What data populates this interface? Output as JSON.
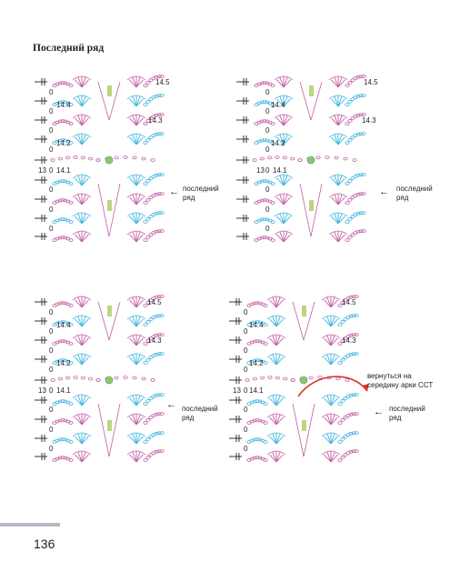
{
  "heading": "Последний ряд",
  "page_number": "136",
  "colors": {
    "pink": "#c25fa3",
    "blue": "#3fb4dc",
    "accent_green": "#9fc34a",
    "arrow_red": "#e0312b",
    "text": "#231f20"
  },
  "diagrams": [
    {
      "row_labels": {
        "r145": "14.5",
        "r144": "14.4",
        "r143": "14.3",
        "r142": "14.2",
        "r13": "13",
        "r141": "14.1"
      },
      "zeros": [
        "0",
        "0",
        "0",
        "0",
        "0",
        "0",
        "0",
        "0"
      ],
      "note_last_row": [
        "последний",
        "ряд"
      ]
    },
    {
      "row_labels": {
        "r145": "14.5",
        "r144": "14.4",
        "r143": "14.3",
        "r142": "14.2",
        "r13": "13",
        "r141": "14.1"
      },
      "zeros": [
        "0",
        "0",
        "0",
        "0",
        "0",
        "0",
        "0",
        "0"
      ],
      "note_last_row": [
        "последний",
        "ряд"
      ]
    },
    {
      "row_labels": {
        "r145": "14.5",
        "r144": "14.4",
        "r143": "14.3",
        "r142": "14.2",
        "r13": "13",
        "r141": "14.1"
      },
      "zeros": [
        "0",
        "0",
        "0",
        "0",
        "0",
        "0",
        "0",
        "0"
      ],
      "note_last_row": [
        "последний",
        "ряд"
      ]
    },
    {
      "row_labels": {
        "r145": "14.5",
        "r144": "14.4",
        "r143": "14.3",
        "r142": "14.2",
        "r13": "13",
        "r141": "14.1"
      },
      "zeros": [
        "0",
        "0",
        "0",
        "0",
        "0",
        "0",
        "0",
        "0"
      ],
      "note_last_row": [
        "последний",
        "ряд"
      ],
      "note_return": [
        "вернуться на",
        "середину арки ССТ"
      ]
    }
  ]
}
